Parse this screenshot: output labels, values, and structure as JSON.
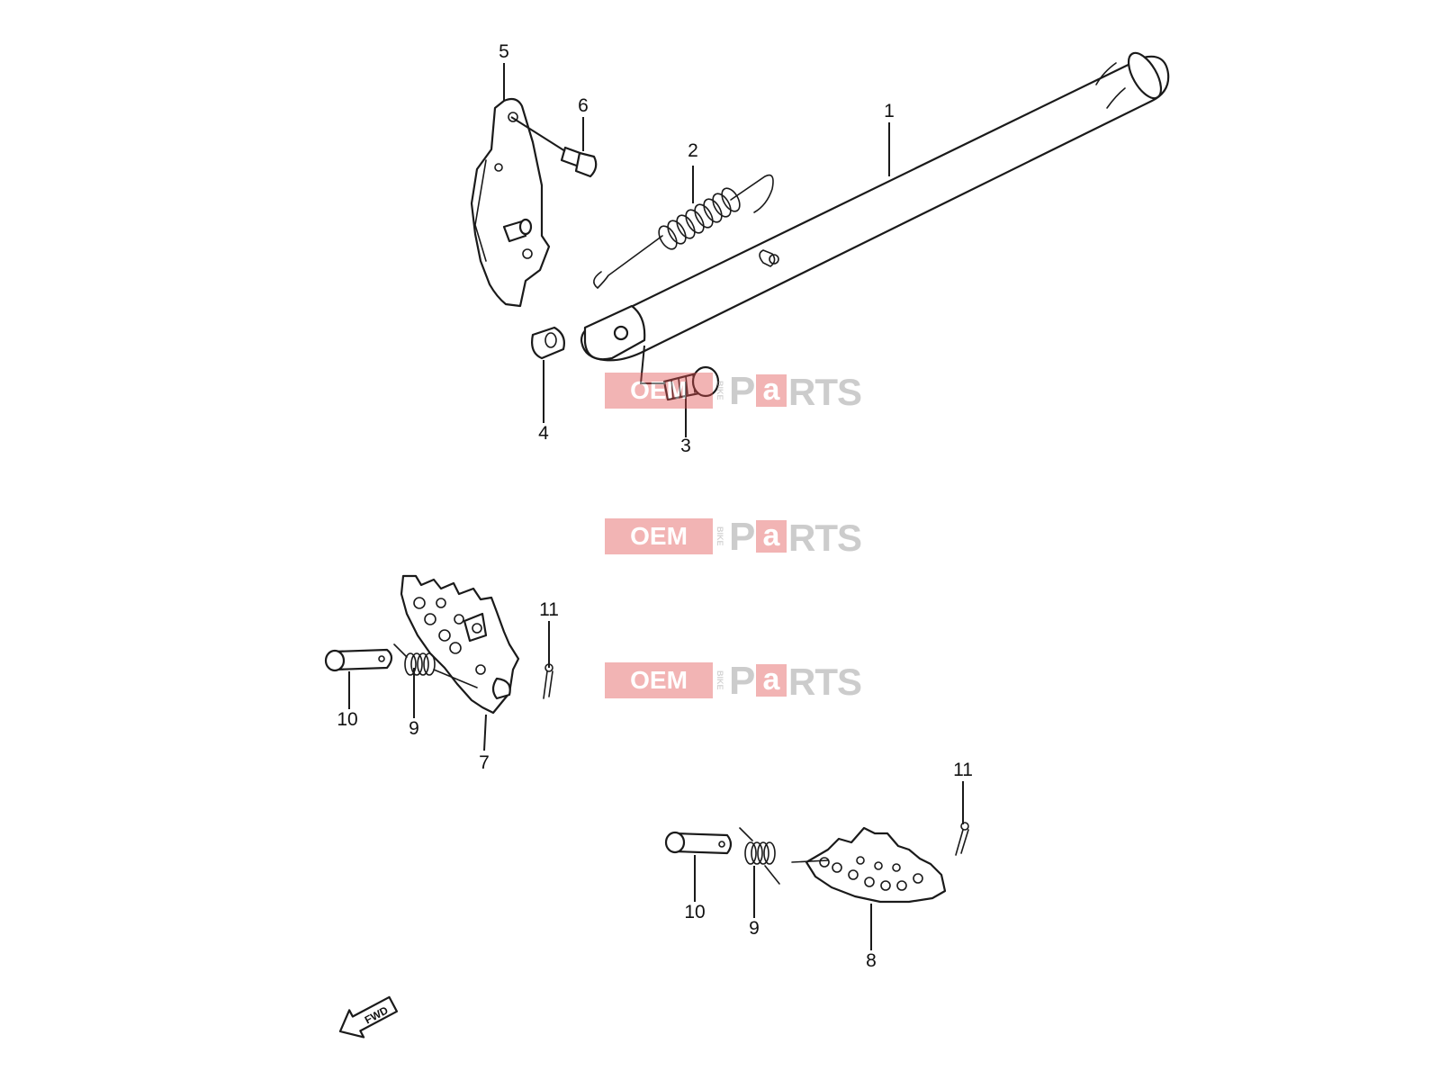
{
  "callouts": {
    "c1": "1",
    "c2": "2",
    "c3": "3",
    "c4": "4",
    "c5": "5",
    "c6": "6",
    "c7": "7",
    "c8": "8",
    "c9a": "9",
    "c9b": "9",
    "c10a": "10",
    "c10b": "10",
    "c11a": "11",
    "c11b": "11"
  },
  "watermark": {
    "oem": "OEM",
    "bike": "BIKE",
    "p": "P",
    "a": "a",
    "rts": "RTS"
  },
  "fwd_label": "FWD",
  "colors": {
    "line": "#1a1a1a",
    "watermark_red": "#e24f4f",
    "watermark_gray": "#888888"
  }
}
